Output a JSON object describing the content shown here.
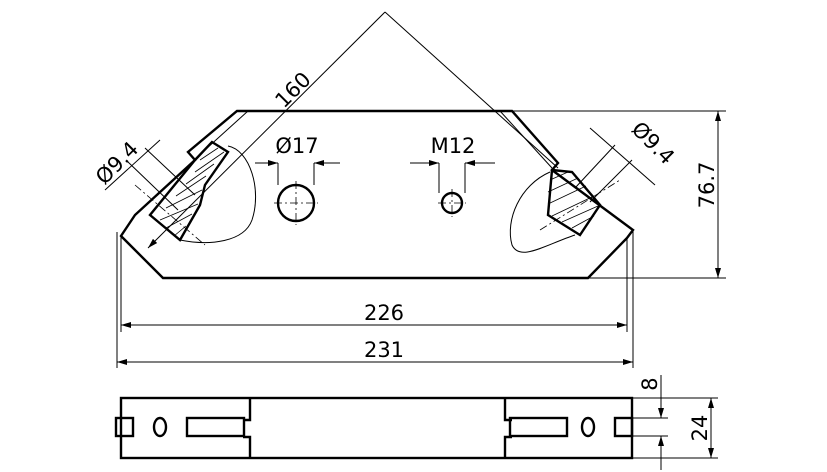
{
  "drawing": {
    "top_view": {
      "dim_diagonal": "160",
      "dim_hole_left": "Ø9.4",
      "dim_hole_right": "Ø9.4",
      "dim_hole_large": "Ø17",
      "dim_thread": "M12",
      "dim_height": "76.7",
      "dim_inner_width": "226",
      "dim_overall_width": "231"
    },
    "bottom_view": {
      "dim_slot": "8",
      "dim_thickness": "24"
    },
    "colors": {
      "line": "#000000",
      "background": "#ffffff"
    }
  }
}
